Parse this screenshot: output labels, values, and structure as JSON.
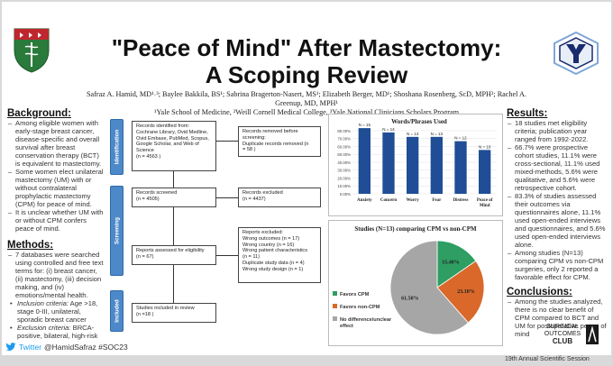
{
  "title": {
    "line1": "\"Peace of Mind\" After Mastectomy:",
    "line2": "A Scoping Review"
  },
  "authors": {
    "line1": "Safraz A. Hamid, MD¹˒³; Baylee Bakkila, BS¹; Sabrina Bragerton-Nasert, MS¹; Elizabeth Berger, MD¹; Shoshana Rosenberg, ScD, MPH²; Rachel A. Greenup, MD, MPH¹",
    "line2": "¹Yale School of Medicine, ²Weill Cornell Medical College, ³Yale National Clinicians Scholars Program"
  },
  "background": {
    "heading": "Background:",
    "items": [
      "Among eligible women with early-stage breast cancer, disease-specific and overall survival after breast conservation therapy (BCT) is equivalent to mastectomy.",
      "Some women elect unilateral mastectomy (UM) with or without contralateral prophylactic mastectomy (CPM) for peace of mind.",
      "It is unclear whether UM with or without CPM confers peace of mind."
    ]
  },
  "methods": {
    "heading": "Methods:",
    "items": [
      "7 databases were searched using controlled and free text terms for: (i) breast cancer, (ii) mastectomy, (iii) decision making, and (iv) emotions/mental health."
    ],
    "inclusion_label": "Inclusion criteria:",
    "inclusion_text": " Age >18, stage 0-III, unilateral, sporadic breast cancer",
    "exclusion_label": "Exclusion criteria:",
    "exclusion_text": " BRCA-positive, bilateral, high-risk"
  },
  "results": {
    "heading": "Results:",
    "items": [
      "18 studies met eligibility criteria; publication year ranged from 1992-2022.",
      "66.7% were prospective cohort studies, 11.1% were cross-sectional, 11.1% used mixed-methods, 5.6% were qualitative, and 5.6% were retrospective cohort.",
      "83.3% of studies assessed their outcomes via questionnaires alone, 11.1% used open-ended interviews and questionnaires, and 5.6% used open-ended interviews alone.",
      "Among studies (N=13) comparing CPM vs non-CPM surgeries, only 2 reported a favorable effect for CPM."
    ]
  },
  "conclusions": {
    "heading": "Conclusions:",
    "items": [
      "Among the studies analyzed, there is no clear benefit of CPM compared to BCT and UM for postoperative peace of mind"
    ]
  },
  "flow": {
    "stages": [
      "Identification",
      "Screening",
      "Included"
    ],
    "box_identified": "Records identified from:\nCochrane Library, Ovid Medline, Ovid Embase, PubMed, Scopus, Google Scholar, and Web of Science\n(n = 4563 )",
    "box_removed": "Records removed before screening:\n   Duplicate records removed  (n\n   = 58 )",
    "box_screened": "Records screened\n(n = 4505)",
    "box_excluded": "Records excluded\n(n = 4437)",
    "box_eligibility": "Reports assessed for eligibility\n(n = 67)",
    "box_reports_excluded": "Reports excluded:\n   Wrong outcomes (n = 17)\n   Wrong country (n = 16)\n   Wrong patient characteristics\n   (n = 11)\n   Duplicate study data (n = 4)\n   Wrong study design (n = 1)",
    "box_included": "Studies included in review\n(n =18 )"
  },
  "chart_data": [
    {
      "type": "bar",
      "title": "Words/Phrases Used",
      "categories": [
        "Anxiety",
        "Concern",
        "Worry",
        "Fear",
        "Distress",
        "Peace of Mind"
      ],
      "values": [
        15,
        14,
        13,
        13,
        12,
        10
      ],
      "data_labels": [
        "N = 15",
        "N = 14",
        "N = 13",
        "N = 13",
        "N = 12",
        "N = 10"
      ],
      "y_ticks": [
        "0.00%",
        "10.00%",
        "20.00%",
        "30.00%",
        "40.00%",
        "50.00%",
        "60.00%",
        "70.00%",
        "80.00%"
      ],
      "percent_values": [
        83.3,
        77.8,
        72.2,
        72.2,
        66.7,
        55.6
      ],
      "ylim": [
        0,
        80
      ],
      "color": "#1f4e96",
      "grid": true
    },
    {
      "type": "pie",
      "title": "Studies (N=13) comparing CPM vs non-CPM",
      "slices": [
        {
          "name": "Favors CPM",
          "value": 15.4,
          "label": "15.40%",
          "color": "#2e9e63"
        },
        {
          "name": "Favors non-CPM",
          "value": 23.1,
          "label": "23.10%",
          "color": "#d9682a"
        },
        {
          "name": "No difference/unclear effect",
          "value": 61.5,
          "label": "61.50%",
          "color": "#a6a6a6"
        }
      ]
    }
  ],
  "footer": {
    "twitter_label": "Twitter",
    "twitter_text": "@HamidSafraz  #SOC23",
    "club_line1": "SURGICAL",
    "club_line2": "OUTCOMES",
    "club_line3": "CLUB",
    "session": "19th Annual Scientific Session"
  },
  "colors": {
    "stage_blue": "#4d89c9",
    "twitter_blue": "#1d9bf0",
    "yale_navy": "#1a2b6d",
    "shield_green": "#2a7a3b",
    "shield_red": "#c0262e"
  },
  "icons": {
    "left_logo": "shield-logo-icon",
    "right_logo": "yale-y-logo-icon",
    "twitter": "twitter-bird-icon",
    "club": "surgical-outcomes-club-logo-icon"
  }
}
